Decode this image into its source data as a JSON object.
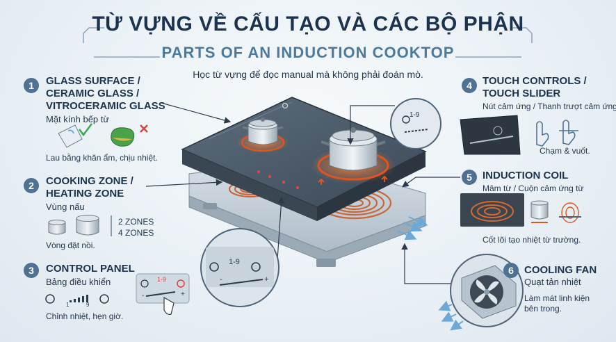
{
  "title": "TỪ VỰNG VỀ CẤU TẠO VÀ CÁC BỘ PHẬN",
  "subtitle": "PARTS OF AN INDUCTION COOKTOP",
  "tagline": "Học từ vựng để đọc manual mà không phải đoán mò.",
  "parts": [
    {
      "number": "1",
      "heading_lines": [
        "GLASS SURFACE /",
        "CERAMIC GLASS /",
        "VITROCERAMIC GLASS"
      ],
      "vi": "Mặt kính bếp từ",
      "note": "Lau bằng khăn ẩm, chịu nhiệt."
    },
    {
      "number": "2",
      "heading_lines": [
        "COOKING ZONE /",
        "HEATING ZONE"
      ],
      "vi": "Vùng nấu",
      "zones": [
        "2 ZONES",
        "4 ZONES"
      ],
      "note": "Vòng đặt nồi."
    },
    {
      "number": "3",
      "heading_lines": [
        "CONTROL PANEL"
      ],
      "vi": "Bảng điều khiển",
      "note": "Chỉnh nhiệt, hẹn giờ."
    },
    {
      "number": "4",
      "heading_lines": [
        "TOUCH CONTROLS /",
        "TOUCH SLIDER"
      ],
      "vi": "Nút cảm ứng / Thanh trượt cảm ứng",
      "note": "Chạm & vuốt."
    },
    {
      "number": "5",
      "heading_lines": [
        "INDUCTION COIL"
      ],
      "vi": "Mâm từ / Cuộn cảm ứng từ",
      "note": "Cốt lõi tạo nhiệt từ trường."
    },
    {
      "number": "6",
      "heading_lines": [
        "COOLING FAN"
      ],
      "vi": "Quạt tản nhiệt",
      "note_lines": [
        "Làm mát linh kiện",
        "bên trong."
      ]
    }
  ],
  "panel_labels": {
    "timer_digits": "1-9",
    "range_start": "1",
    "range_end": "9",
    "minus": "-",
    "plus": "+"
  },
  "colors": {
    "accent": "#4f7192",
    "heat": "#e0551f",
    "dark": "#1c3350",
    "muted": "#4c7a9c",
    "check": "#3aa84a",
    "cross": "#d9443a"
  },
  "icons": [
    "timer-icon",
    "power-icon",
    "pot-icon",
    "sponge-icon",
    "hand-icon",
    "fan-icon",
    "swipe-icon"
  ]
}
